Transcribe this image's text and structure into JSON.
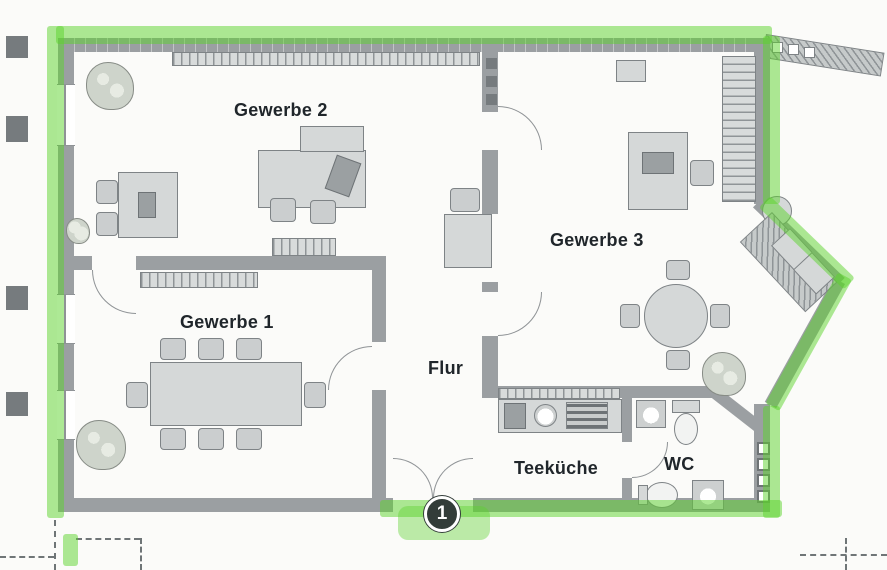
{
  "plan": {
    "rooms": {
      "gewerbe1": "Gewerbe 1",
      "gewerbe2": "Gewerbe 2",
      "gewerbe3": "Gewerbe 3",
      "flur": "Flur",
      "teekueche": "Teeküche",
      "wc": "WC"
    },
    "marker": "1",
    "colors": {
      "highlight_green": "#5cd32c",
      "wall_gray": "#9b9fa2",
      "text": "#20262b",
      "marker_bg": "#333d39"
    }
  }
}
